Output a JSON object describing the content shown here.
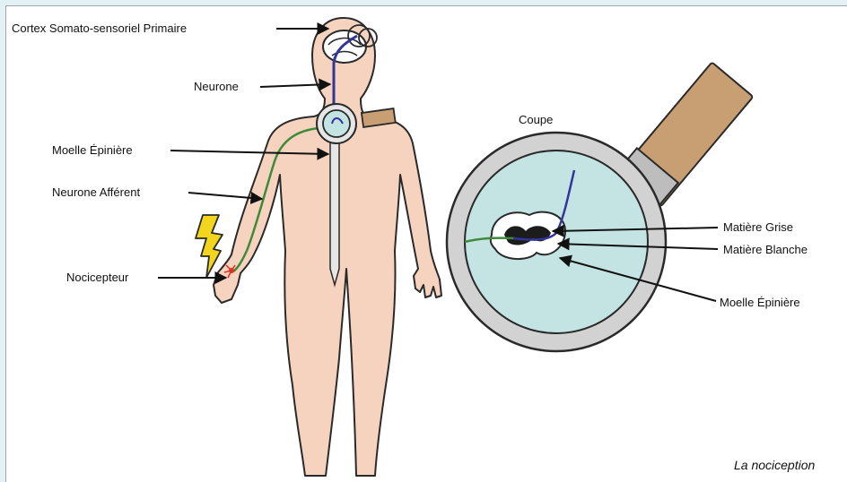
{
  "labels": {
    "cortex": "Cortex Somato-sensoriel Primaire",
    "neurone": "Neurone",
    "moelle_left": "Moelle Épinière",
    "neurone_afferent": "Neurone Afférent",
    "nocicepteur": "Nocicepteur",
    "coupe": "Coupe",
    "matiere_grise": "Matière Grise",
    "matiere_blanche": "Matière Blanche",
    "moelle_right": "Moelle Épinière"
  },
  "caption": "La nociception",
  "colors": {
    "background": "#e3f0f4",
    "skin": "#f6d3bf",
    "outline": "#2a2a2a",
    "afferent_neuron": "#3f8a3a",
    "central_neuron": "#33359a",
    "stimulus": "#f2d51c",
    "nociceptor": "#e0301e",
    "magnifier_frame": "#c8c8c8",
    "lens": "#c4e4e4",
    "handle": "#c79f72"
  },
  "icons": [
    "lightning-bolt-icon",
    "magnifying-glass-icon"
  ]
}
